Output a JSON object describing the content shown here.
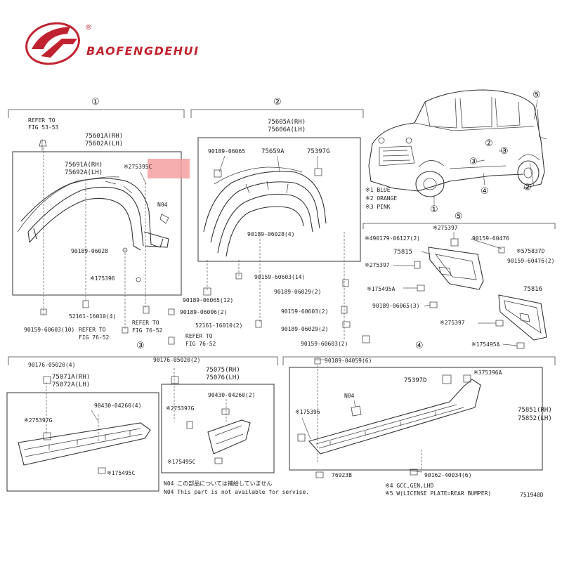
{
  "brand": {
    "name": "BAOFENGDEHUI",
    "reg": "®",
    "logo_mark": "BF",
    "color": "#c0232f"
  },
  "highlight_color": "#f4a0a0",
  "sections": [
    "①",
    "②",
    "③",
    "④",
    "⑤"
  ],
  "refs": {
    "r1a": "REFER TO",
    "r1b": "FIG 53-53",
    "r2a": "REFER TO",
    "r2b": "FIG 76-52",
    "r3a": "REFER TO",
    "r3b": "FIG 76-52",
    "r4a": "REFER TO",
    "r4b": "FIG 76-52"
  },
  "colors_legend": [
    "※1 BLUE",
    "※2 ORANGE",
    "※3 PINK"
  ],
  "parts": {
    "p75601": "75601A(RH)",
    "p75602": "75602A(LH)",
    "p75691": "75691A(RH)",
    "p75692": "75692A(LH)",
    "p75395": "※275395C",
    "n04a": "N04",
    "p06028a": "90189-06028",
    "p175396a": "※175396",
    "p16010a": "52161-16010(4)",
    "p60603a": "90159-60603(10)",
    "p75605": "75605A(RH)",
    "p75606": "75606A(LH)",
    "p06065": "90189-06065",
    "p75659": "75659A",
    "p75397g": "75397G",
    "p06028b": "90189-06028(4)",
    "p60603b": "90159-60603(14)",
    "p06065b": "90189-06065(12)",
    "p06029a": "90189-06029(2)",
    "p06006": "90189-06006(2)",
    "p60603c": "90159-60603(2)",
    "p16010b": "52161-16010(2)",
    "p06029b": "90189-06029(2)",
    "p60603d": "90159-60603(2)",
    "p05020a": "90176-05020(4)",
    "p75071": "75071A(RH)",
    "p75072": "75072A(LH)",
    "p04260a": "90430-04260(4)",
    "p275397ga": "※275397G",
    "p175495ca": "※175495C",
    "p05020b": "90176-05020(2)",
    "p75075": "75075(RH)",
    "p75076": "75076(LH)",
    "p04260b": "90430-04260(2)",
    "p275397gb": "※275397G",
    "p175495cb": "※175495C",
    "p04059": "90189-04059(6)",
    "p75397d": "75397D",
    "p375396a": "※375396A",
    "n04b": "N04",
    "p175396b": "※175396",
    "p75851": "75851(RH)",
    "p75852": "75852(LH)",
    "p76923": "76923B",
    "p40034": "90162-40034(6)",
    "p5_275397": "※275397",
    "p5_06127": "※490179-06127(2)",
    "p5_60476a": "90159-60476",
    "p5_75815": "75815",
    "p5_75837": "※575837D",
    "p5_275397b": "※275397",
    "p5_60476b": "90159-60476(2)",
    "p5_175495a": "※175495A",
    "p5_75816": "75816",
    "p5_06065": "90189-06065(3)",
    "p5_275397c": "※275397",
    "p5_175495b": "※175495A"
  },
  "notes": {
    "n1": "N04 この部品については補給していません",
    "n2": "N04 This part is not available for servise.",
    "n3": "※4 GCC,GEN,LHD",
    "n4": "※5 W(LICENSE PLATE=REAR BUMPER)",
    "code": "751948D"
  }
}
